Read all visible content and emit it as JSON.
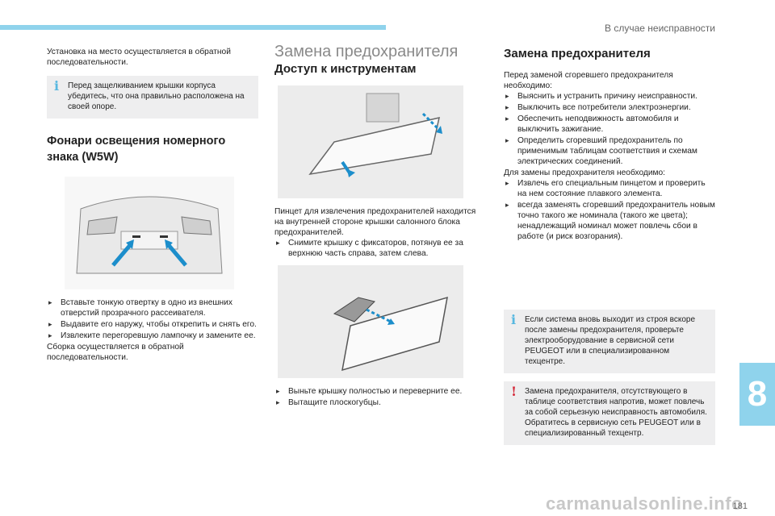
{
  "header": {
    "section_title": "В случае неисправности"
  },
  "col1": {
    "intro": "Установка на место осуществляется в обратной последовательности.",
    "note": "Перед защелкиванием крышки корпуса убедитесь, что она правильно расположена на своей опоре.",
    "heading": "Фонари освещения номерного знака (W5W)",
    "steps": [
      "Вставьте тонкую отвертку в одно из внешних отверстий прозрачного рассеивателя.",
      "Выдавите его наружу, чтобы открепить и снять его.",
      "Извлеките перегоревшую лампочку и замените ее."
    ],
    "outro": "Сборка осуществляется в обратной последовательности."
  },
  "col2": {
    "title": "Замена предохранителя",
    "subtitle": "Доступ к инструментам",
    "text": "Пинцет для извлечения предохранителей находится на внутренней стороне крышки салонного блока предохранителей.",
    "step1": "Снимите крышку с фиксаторов, потянув ее за верхнюю часть справа, затем слева.",
    "steps2": [
      "Выньте крышку полностью и переверните ее.",
      "Вытащите плоскогубцы."
    ]
  },
  "col3": {
    "title": "Замена предохранителя",
    "intro": "Перед заменой сгоревшего предохранителя необходимо:",
    "steps1": [
      "Выяснить и устранить причину неисправности.",
      "Выключить все потребители электроэнергии.",
      "Обеспечить неподвижность автомобиля и выключить зажигание.",
      "Определить сгоревший предохранитель по применимым таблицам соответствия и схемам электрических соединений."
    ],
    "mid": "Для замены предохранителя необходимо:",
    "steps2": [
      "Извлечь его специальным пинцетом и проверить на нем состояние плавкого элемента.",
      "всегда заменять сгоревший предохранитель новым точно такого же номинала (такого же цвета); ненадлежащий номинал может повлечь сбои в работе (и риск возгорания)."
    ],
    "note_info": "Если система вновь выходит из строя вскоре после замены предохранителя, проверьте электрооборудование в сервисной сети PEUGEOT или в специализированном техцентре.",
    "note_warn": "Замена предохранителя, отсутствующего в таблице соответствия напротив, может повлечь за собой серьезную неисправность автомобиля. Обратитесь в сервисную сеть PEUGEOT или в специализированный техцентр."
  },
  "icons": {
    "info": "i",
    "warn": "!"
  },
  "footer": {
    "chapter": "8",
    "page": "181",
    "watermark": "carmanualsonline.info"
  },
  "colors": {
    "accent": "#8fd3ec",
    "note_bg": "#eeeeef",
    "info_icon": "#58b8e0",
    "warn_icon": "#d42b3b"
  }
}
